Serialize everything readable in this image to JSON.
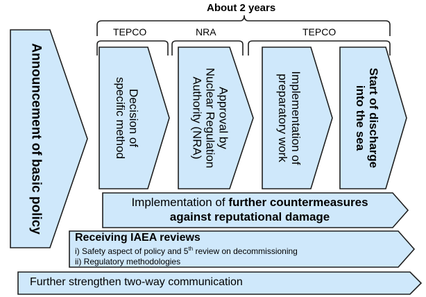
{
  "header": {
    "duration": "About 2 years",
    "org_tepco_left": "TEPCO",
    "org_nra": "NRA",
    "org_tepco_right": "TEPCO"
  },
  "announcement": "Announcement of basic policy",
  "steps": [
    {
      "lines": [
        "Decision of",
        "specific method"
      ]
    },
    {
      "lines": [
        "Approval by",
        "Nuclear Regulation",
        "Authority (NRA)"
      ]
    },
    {
      "lines": [
        "Implementation of",
        "preparatory work"
      ]
    },
    {
      "lines": [
        "Start of discharge",
        "into the sea"
      ]
    }
  ],
  "countermeasures": {
    "prefix": "Implementation of ",
    "bold_line1": "further countermeasures",
    "bold_line2": "against reputational damage"
  },
  "iaea": {
    "title": "Receiving IAEA reviews",
    "item1_a": "i) Safety aspect of policy and 5",
    "item1_sup": "th",
    "item1_b": " review on decommissioning",
    "item2": "ii) Regulatory methodologies"
  },
  "communication": "Further strengthen two-way communication",
  "colors": {
    "fill": "#cfe8fb",
    "stroke": "#1f1f1f"
  }
}
